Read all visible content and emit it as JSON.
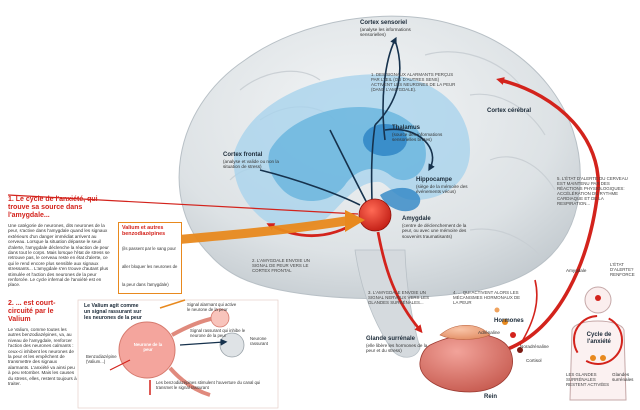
{
  "labels": {
    "cortex_sensoriel": {
      "title": "Cortex sensoriel",
      "text": "(analyse les informations sensorielles)"
    },
    "step1": {
      "text": "1. DES SIGNAUX ALARMANTS PERÇUS PAR L'ŒIL (OU D'AUTRES SENS) ACTIVENT LES NEURONES DE LA PEUR (DANS L'AMYGDALE)."
    },
    "cortex_cerebral": {
      "title": "Cortex cérébral"
    },
    "thalamus": {
      "title": "Thalamus",
      "text": "(source des informations sensorielles brutes)"
    },
    "cortex_frontal": {
      "title": "Cortex frontal",
      "text": "(analyse et valide ou non la situation de stress)"
    },
    "hippocampe": {
      "title": "Hippocampe",
      "text": "(siège de la mémoire des événements vécus)"
    },
    "amygdale": {
      "title": "Amygdale",
      "text": "(centre de déclenchement de la peur, ou avec une mémoire des souvenirs traumatisants)"
    },
    "step2": {
      "text": "2. L'AMYGDALE ENVOIE UN SIGNAL DE PEUR VERS LE CORTEX FRONTAL"
    },
    "step3": {
      "text": "3. L'AMYGDALE ENVOIE UN SIGNAL NERVEUX VERS LES GLANDES SURRÉNALES..."
    },
    "step4": {
      "text": "4. ... QUI ACTIVENT ALORS LES MÉCANISMES HORMONAUX DE LA PEUR"
    },
    "step5": {
      "text": "5. L'ÉTAT D'ALERTE DU CERVEAU EST MAINTENU PAR DES RÉACTIONS PHYSIOLOGIQUES: ACCÉLÉRATION DU RYTHME CARDIAQUE ET DE LA RESPIRATION..."
    },
    "hormones": {
      "title": "Hormones",
      "adrenaline": "Adrénaline",
      "noradrenaline": "Noradrénaline",
      "cortisol": "Cortisol"
    },
    "glande": {
      "title": "Glande surrénale",
      "text": "(elle libère les hormones de la peur et du stress)"
    },
    "rein": {
      "title": "Rein"
    },
    "cycle": {
      "title": "Cycle de l'anxiété"
    },
    "amygdale_small": "Amygdale",
    "etat_alerte": "L'ÉTAT D'ALERTE? RENFORCE",
    "glandes_surrenales": "LES GLANDES SURRÉNALES RESTENT ACTIVÉES",
    "glandes_small": "Glandes surrénales"
  },
  "valium_box": {
    "title": "Valium et autres benzodiazépines",
    "text": "(ils passent par le sang pour aller bloquer les neurones de la peur dans l'amygdale)"
  },
  "panel1": {
    "heading": "1. Le cycle de l'anxiété, qui trouve sa source dans l'amygdale...",
    "body": "Une catégorie de neurones, dits neurones de la peur, s'active dans l'amygdale quand les signaux extérieurs d'un danger immédiat arrivent au cerveau. Lorsque la situation dépasse le seuil d'alerte, l'amygdale déclenche la réaction de peur dans tout le corps. Mais lorsque l'état de stress se retrouve pas, le cerveau reste en état d'alerte, ce qui le rend encore plus sensible aux signaux stressants... L'amygdale s'en trouve d'autant plus stimulée et l'action des neurones de la peur renforcée. Le cycle infernal de l'anxiété est en place."
  },
  "panel2": {
    "heading": "2. ... est court-circuité par le Valium",
    "body": "Le Valium, comme toutes les autres benzodiazépines, va, au niveau de l'amygdale, renforcer l'action des neurones calmants : ceux-ci inhibent les neurones de la peur et les empêchent de transmettre des signaux alarmants. L'anxiété va ainsi peu à peu retomber. Mais les causes du stress, elles, restent toujours à traiter."
  },
  "inset": {
    "title": "Le Valium agit comme un signal rassurant sur les neurones de la peur",
    "signal_alarmant": "Signal alarmant qui active le neurone de la peur",
    "signal_rassurant": "Signal rassurant qui inhibe le neurone de la peur",
    "neurone_peur": "Neurone de la peur",
    "neurone_rassurant": "Neurone rassurant",
    "benzo": "Benzodiazépine (Valium...)",
    "bottom": "Les benzodiazépines stimulent l'ouverture du canal qui transmet le signal rassurant"
  },
  "colors": {
    "red": "#d3231c",
    "orange": "#e8891e",
    "blue": "#2f86c5",
    "navy": "#16324d",
    "pink": "#f4a59d"
  }
}
